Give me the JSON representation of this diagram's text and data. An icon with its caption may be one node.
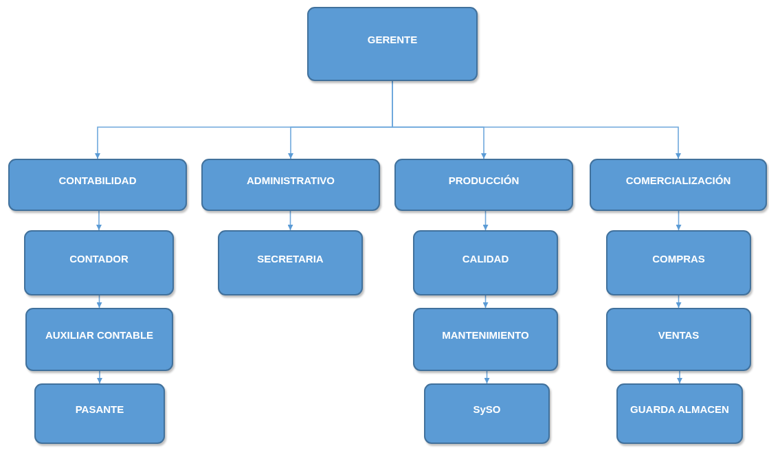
{
  "diagram": {
    "nodes": [
      {
        "text": [
          "GERENTE"
        ]
      },
      {
        "text": [
          "CONTABILIDAD"
        ]
      },
      {
        "text": [
          "ADMINISTRATIVO"
        ]
      },
      {
        "text": [
          "PRODUCCIÓN"
        ]
      },
      {
        "text": [
          "COMERCIALIZACIÓN"
        ]
      },
      {
        "text": [
          "CONTADOR"
        ]
      },
      {
        "text": [
          "AUXILIAR CONTABLE"
        ]
      },
      {
        "text": [
          "PASANTE"
        ]
      },
      {
        "text": [
          "SECRETARIA"
        ]
      },
      {
        "text": [
          "CALIDAD"
        ]
      },
      {
        "text": [
          "MANTENIMIENTO"
        ]
      },
      {
        "text": [
          "SySO"
        ]
      },
      {
        "text": [
          "COMPRAS"
        ]
      },
      {
        "text": [
          "VENTAS"
        ]
      },
      {
        "text": [
          "GUARDA ALMACEN"
        ]
      }
    ],
    "edges": [
      {
        "from": 0,
        "to": 1,
        "arrow": "to"
      },
      {
        "from": 0,
        "to": 2,
        "arrow": "to"
      },
      {
        "from": 0,
        "to": 3,
        "arrow": "to"
      },
      {
        "from": 0,
        "to": 4,
        "arrow": "to"
      },
      {
        "from": 1,
        "to": 5,
        "arrow": "to"
      },
      {
        "from": 5,
        "to": 6,
        "arrow": "to"
      },
      {
        "from": 6,
        "to": 7,
        "arrow": "to"
      },
      {
        "from": 2,
        "to": 8,
        "arrow": "to"
      },
      {
        "from": 3,
        "to": 9,
        "arrow": "to"
      },
      {
        "from": 9,
        "to": 10,
        "arrow": "to"
      },
      {
        "from": 10,
        "to": 11,
        "arrow": "to"
      },
      {
        "from": 4,
        "to": 12,
        "arrow": "to"
      },
      {
        "from": 12,
        "to": 13,
        "arrow": "to"
      },
      {
        "from": 13,
        "to": 14,
        "arrow": "to"
      }
    ]
  }
}
